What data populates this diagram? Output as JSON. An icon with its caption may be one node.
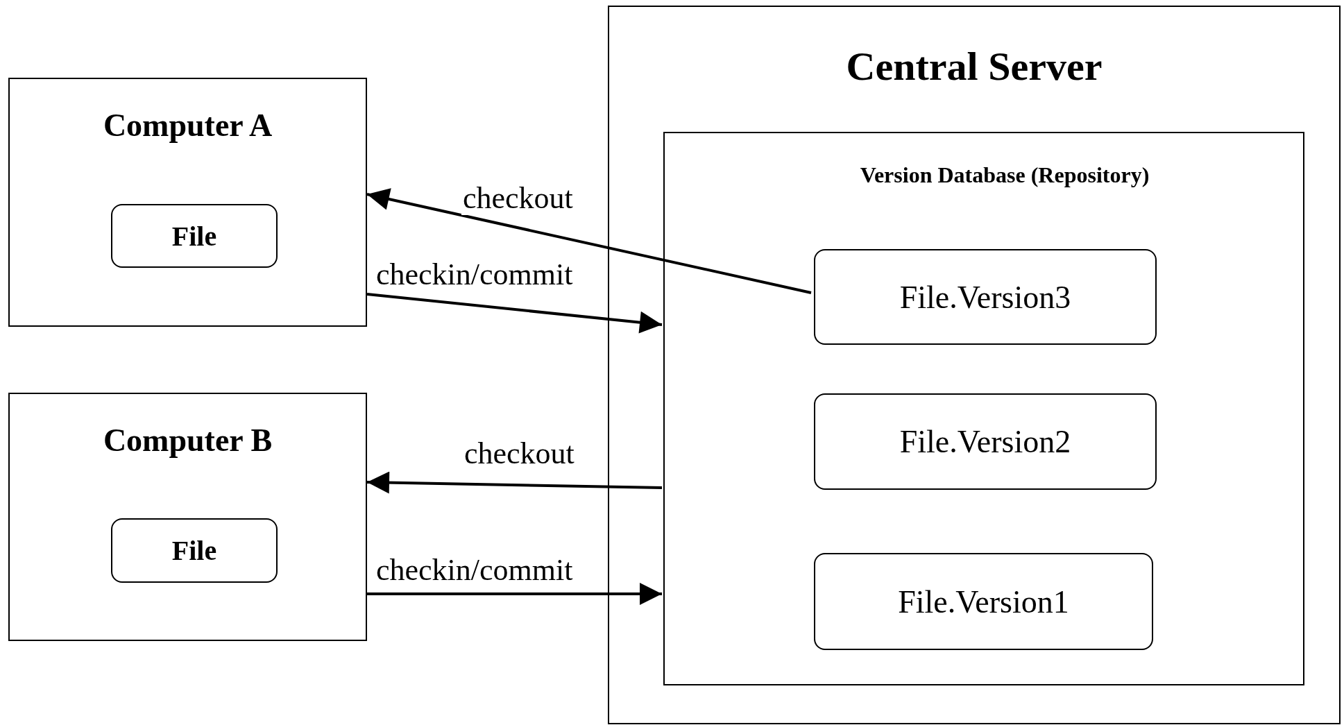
{
  "diagram": {
    "nodes": [
      {
        "text": [
          "Computer A"
        ]
      },
      {
        "text": [
          "File"
        ],
        "in": 0
      },
      {
        "text": [
          "Computer B"
        ]
      },
      {
        "text": [
          "File"
        ],
        "in": 2
      },
      {
        "text": [
          "Central Server"
        ]
      },
      {
        "text": [
          "Version Database (Repository)"
        ],
        "in": 4
      },
      {
        "text": [
          "File.Version3"
        ],
        "in": 5
      },
      {
        "text": [
          "File.Version2"
        ],
        "in": 5
      },
      {
        "text": [
          "File.Version1"
        ],
        "in": 5
      }
    ],
    "edges": [
      {
        "from": 6,
        "to": 0,
        "arrow": "to",
        "label": "checkout"
      },
      {
        "from": 0,
        "to": 5,
        "arrow": "to",
        "label": "checkin/commit"
      },
      {
        "from": 5,
        "to": 2,
        "arrow": "to",
        "label": "checkout"
      },
      {
        "from": 2,
        "to": 5,
        "arrow": "to",
        "label": "checkin/commit"
      }
    ]
  }
}
